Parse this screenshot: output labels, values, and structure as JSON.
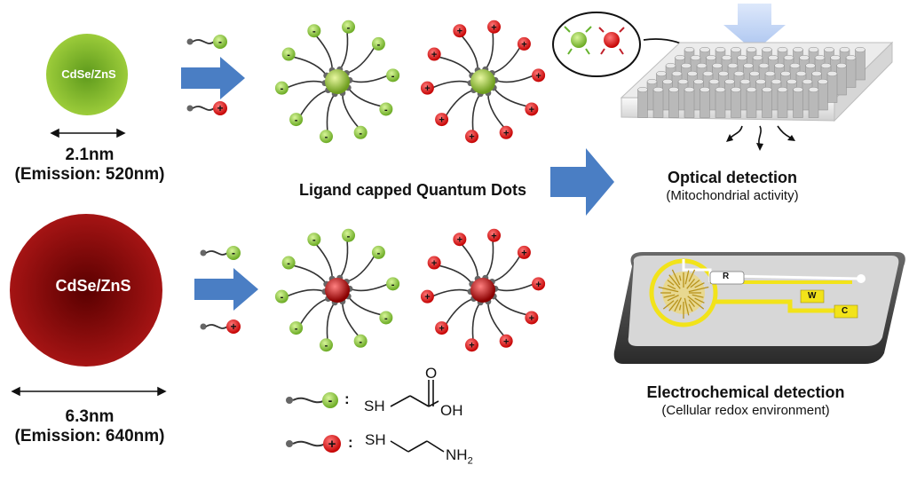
{
  "qd_small": {
    "label": "CdSe/ZnS",
    "size": "2.1nm",
    "emission": "(Emission: 520nm)",
    "color": "#7ab82e"
  },
  "qd_large": {
    "label": "CdSe/ZnS",
    "size": "6.3nm",
    "emission": "(Emission: 640nm)",
    "color": "#8c0a0a"
  },
  "ligand_caption": "Ligand capped Quantum Dots",
  "ligand_negative": {
    "sign": "-",
    "color": "#8cc63f",
    "formula": {
      "thiol": "SH",
      "carbonyl": "O",
      "acid": "OH"
    }
  },
  "ligand_positive": {
    "sign": "+",
    "color": "#e0191e",
    "formula": {
      "thiol": "SH",
      "amine": "NH",
      "amine_sub": "2"
    }
  },
  "optical": {
    "title": "Optical detection",
    "subtitle": "(Mitochondrial activity)"
  },
  "electrochemical": {
    "title": "Electrochemical detection",
    "subtitle": "(Cellular redox environment)",
    "electrodes": [
      "R",
      "W",
      "C"
    ]
  },
  "arrow_color": "#4a7ec4"
}
